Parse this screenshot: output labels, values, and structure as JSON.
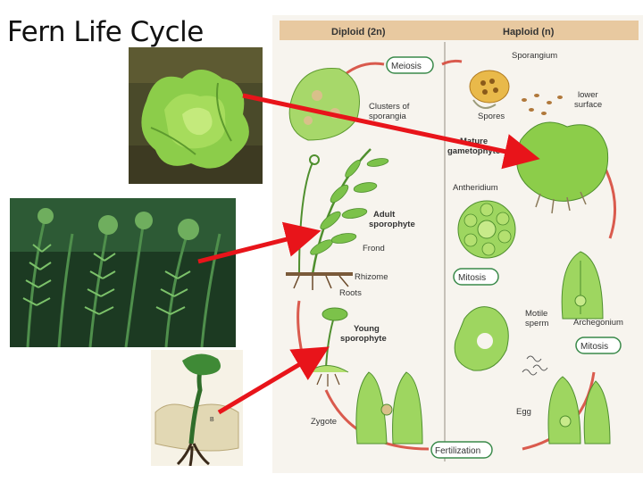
{
  "slide": {
    "title": "Fern Life Cycle"
  },
  "diagram": {
    "header_diploid": "Diploid (2n)",
    "header_haploid": "Haploid (n)",
    "labels": {
      "meiosis": "Meiosis",
      "sporangium": "Sporangium",
      "lower": "lower",
      "surface": "surface",
      "clusters_1": "Clusters of",
      "clusters_2": "sporangia",
      "spores": "Spores",
      "mature_1": "Mature",
      "mature_2": "gametophyte",
      "antheridium": "Antheridium",
      "adult_1": "Adult",
      "adult_2": "sporophyte",
      "frond": "Frond",
      "rhizome": "Rhizome",
      "roots": "Roots",
      "mitosis_1": "Mitosis",
      "motile_1": "Motile",
      "motile_2": "sperm",
      "archegonium": "Archegonium",
      "mitosis_2": "Mitosis",
      "young_1": "Young",
      "young_2": "sporophyte",
      "zygote": "Zygote",
      "egg": "Egg",
      "fertilization": "Fertilization"
    }
  },
  "photos": {
    "photo3_letter": "B"
  },
  "colors": {
    "arrow_red": "#e8141a",
    "cycle_arrow": "#d64a3c",
    "header_tan": "#e8c9a0",
    "plant_green": "#7cc24a"
  }
}
